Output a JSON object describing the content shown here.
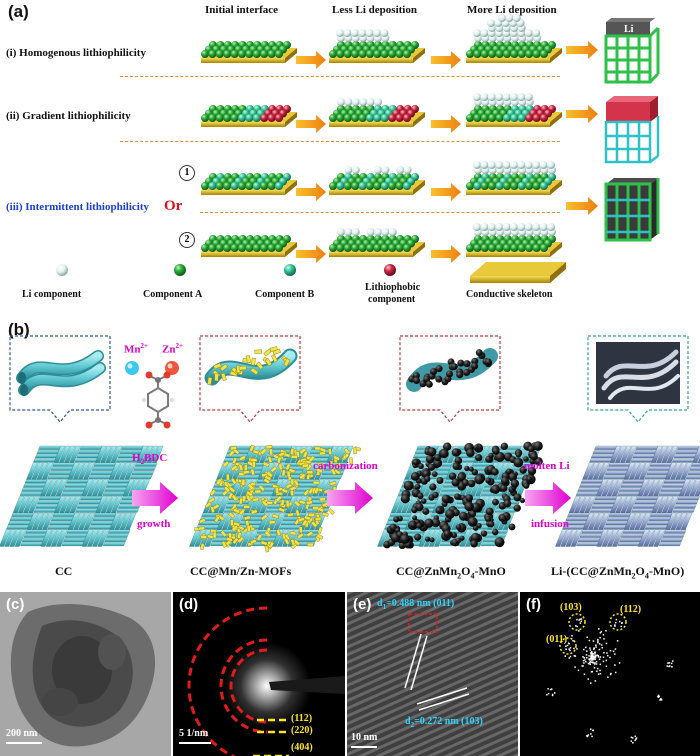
{
  "panel_a": {
    "tag": "(a)",
    "columns": [
      "Initial interface",
      "Less Li deposition",
      "More Li deposition"
    ],
    "rows": {
      "row1": "(i)  Homogenous lithiophilicity",
      "row2": "(ii)  Gradient lithiophilicity",
      "row3": "(iii) Intermittent lithiophilicity",
      "or": "Or",
      "circle1": "1",
      "circle2": "2"
    },
    "cage_label": "Li",
    "legend": {
      "li": "Li component",
      "a": "Component A",
      "b": "Component B",
      "phobic_1": "Lithiophobic",
      "phobic_2": "component",
      "skeleton": "Conductive skeleton"
    }
  },
  "panel_b": {
    "tag": "(b)",
    "ions": {
      "mn": "Mn",
      "mn_sup": "2+",
      "zn": "Zn",
      "zn_sup": "2+"
    },
    "step1": {
      "top_pre": "H",
      "top_sub": "2",
      "top_post": "BDC",
      "bottom": "growth"
    },
    "step2": {
      "top": "carbonization"
    },
    "step3": {
      "top": "molten Li",
      "bottom": "infusion"
    },
    "captions": {
      "c1": "CC",
      "c2": "CC@Mn/Zn-MOFs",
      "c3_pre": "CC@ZnMn",
      "c3_s1": "2",
      "c3_mid": "O",
      "c3_s2": "4",
      "c3_post": "-MnO",
      "c4_pre": "Li-(CC@ZnMn",
      "c4_s1": "2",
      "c4_mid": "O",
      "c4_s2": "4",
      "c4_post": "-MnO)"
    }
  },
  "panel_c": {
    "tag": "(c)",
    "scale": "200 nm"
  },
  "panel_d": {
    "tag": "(d)",
    "scale": "5 1/nm",
    "rings": [
      "(112)",
      "(220)",
      "(404)"
    ]
  },
  "panel_e": {
    "tag": "(e)",
    "scale": "10 nm",
    "d1_pre": "d",
    "d1_sub": "1",
    "d1_post": "=0.488 nm (011)",
    "d2_pre": "d",
    "d2_sub": "2",
    "d2_post": "=0.272 nm (103)"
  },
  "panel_f": {
    "tag": "(f)",
    "spots": [
      "(103)",
      "(112)",
      "(011)"
    ]
  },
  "colors": {
    "green": "#1f9a2e",
    "mint": "#38c59a",
    "red": "#c5243a",
    "li": "#dff0ef",
    "gold": "#d8b21a",
    "arrow": "#f4a21c",
    "magenta": "#e000d0",
    "blue_text": "#1a3fd6",
    "red_text": "#e0101a",
    "cyan": "#7fd4dc",
    "label_yellow": "#ffe620"
  }
}
